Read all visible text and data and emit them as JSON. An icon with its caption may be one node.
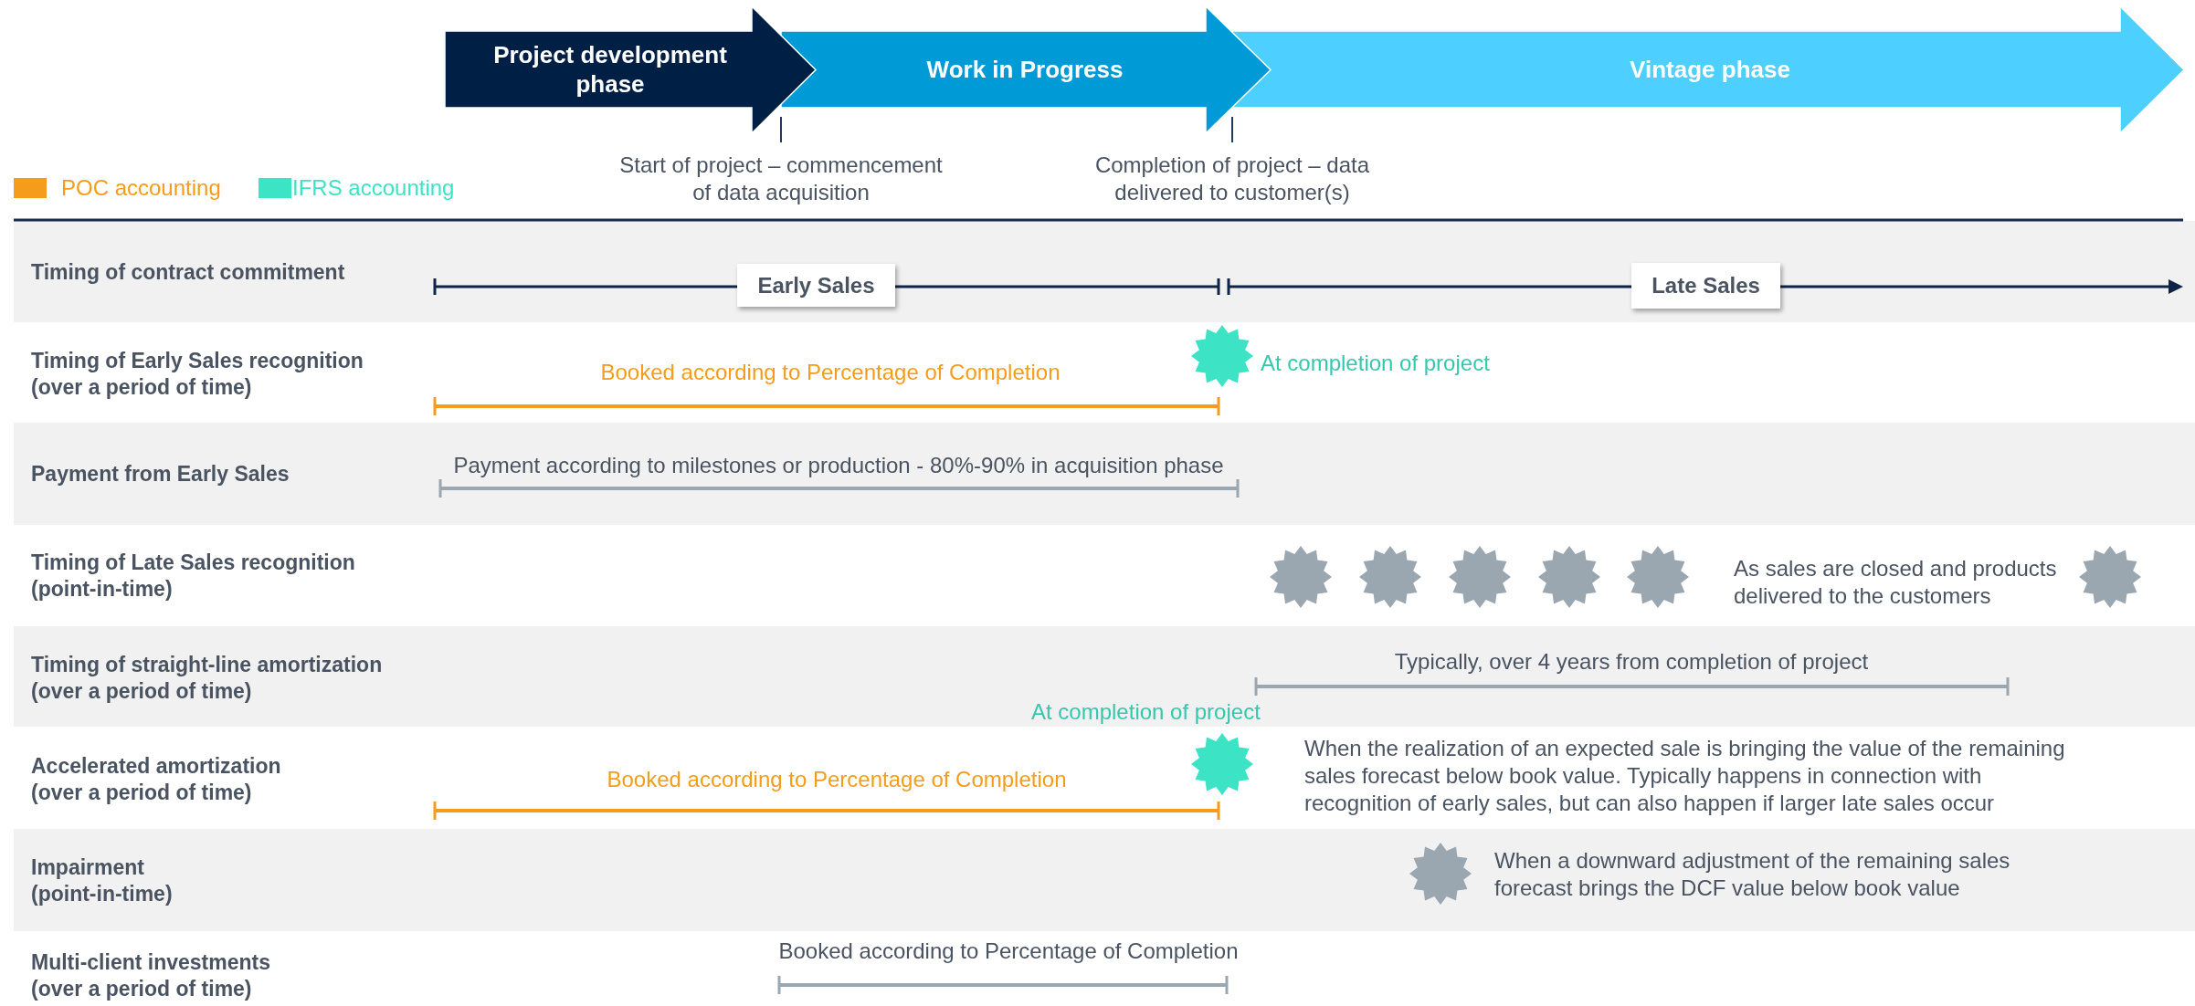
{
  "diagram": {
    "nodes": [
      {
        "text": [
          "Project development phase"
        ]
      },
      {
        "text": [
          "Work in Progress"
        ]
      },
      {
        "text": [
          "Vintage phase"
        ]
      },
      {
        "text": [
          "Early Sales"
        ]
      },
      {
        "text": [
          "Late Sales"
        ]
      }
    ],
    "labels": [
      "Start of project – commencement of data acquisition",
      "Completion of project – data delivered to customer(s)",
      "Timing of contract commitment",
      "Timing of Early Sales recognition (over a period of time)",
      "Booked according to Percentage of Completion",
      "At completion of project",
      "Payment from Early Sales",
      "Payment according to milestones or production - 80%-90% in acquisition phase",
      "Timing of Late Sales recognition (point-in-time)",
      "As sales are closed and products delivered to the customers",
      "Timing of straight-line amortization (over a period of time)",
      "Typically, over 4 years from completion of project",
      "At completion of project",
      "Accelerated amortization (over a period of time)",
      "Booked according to Percentage of Completion",
      "When the realization of an expected sale is bringing the value of the remaining sales forecast below book value. Typically happens in connection with recognition of early sales, but can also happen if larger late sales occur",
      "Impairment (point-in-time)",
      "When a downward adjustment of the remaining sales forecast brings the DCF value below book value",
      "Multi-client investments (over a period of time)",
      "Booked according to Percentage of Completion"
    ],
    "legend": [
      {
        "text": "POC accounting",
        "color": "#f59c1a"
      },
      {
        "text": "IFRS accounting",
        "color": "#3ce3c4"
      }
    ]
  }
}
